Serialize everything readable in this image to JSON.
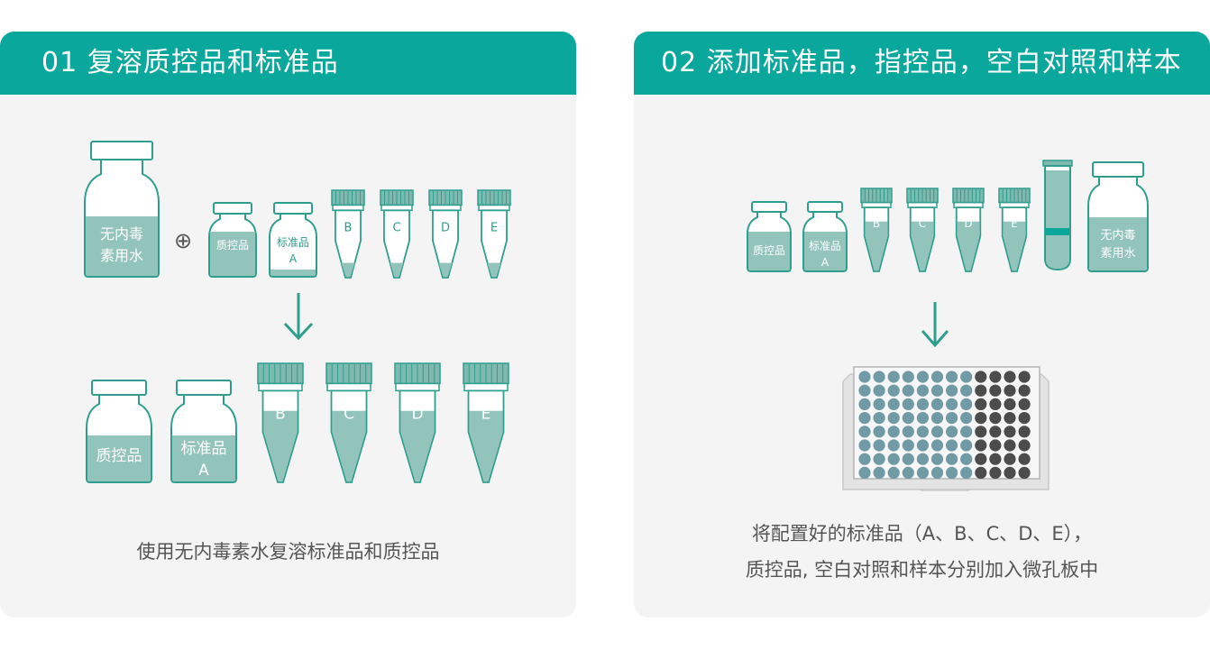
{
  "step1": {
    "title": "01  复溶质控品和标准品",
    "bottle_water_line1": "无内毒",
    "bottle_water_line2": "素用水",
    "plus_symbol": "⊕",
    "vial_qc": "质控品",
    "vial_std_line1": "标准品",
    "vial_std_line2": "A",
    "tubes": [
      "B",
      "C",
      "D",
      "E"
    ],
    "caption": "使用无内毒素水复溶标准品和质控品"
  },
  "step2": {
    "title": "02  添加标准品，指控品，空白对照和样本",
    "vial_qc": "质控品",
    "vial_std_line1": "标准品",
    "vial_std_line2": "A",
    "tubes": [
      "B",
      "C",
      "D",
      "E"
    ],
    "bottle_water_line1": "无内毒",
    "bottle_water_line2": "素用水",
    "caption_line1": "将配置好的标准品（A、B、C、D、E），",
    "caption_line2": "质控品, 空白对照和样本分别加入微孔板中"
  },
  "colors": {
    "teal": "#0aa79c",
    "liquid": "#93c4bb",
    "outline": "#2f9e8e",
    "cap": "#7fb9af",
    "well_blue": "#6f9aa6",
    "well_dark": "#4c4c4c"
  }
}
